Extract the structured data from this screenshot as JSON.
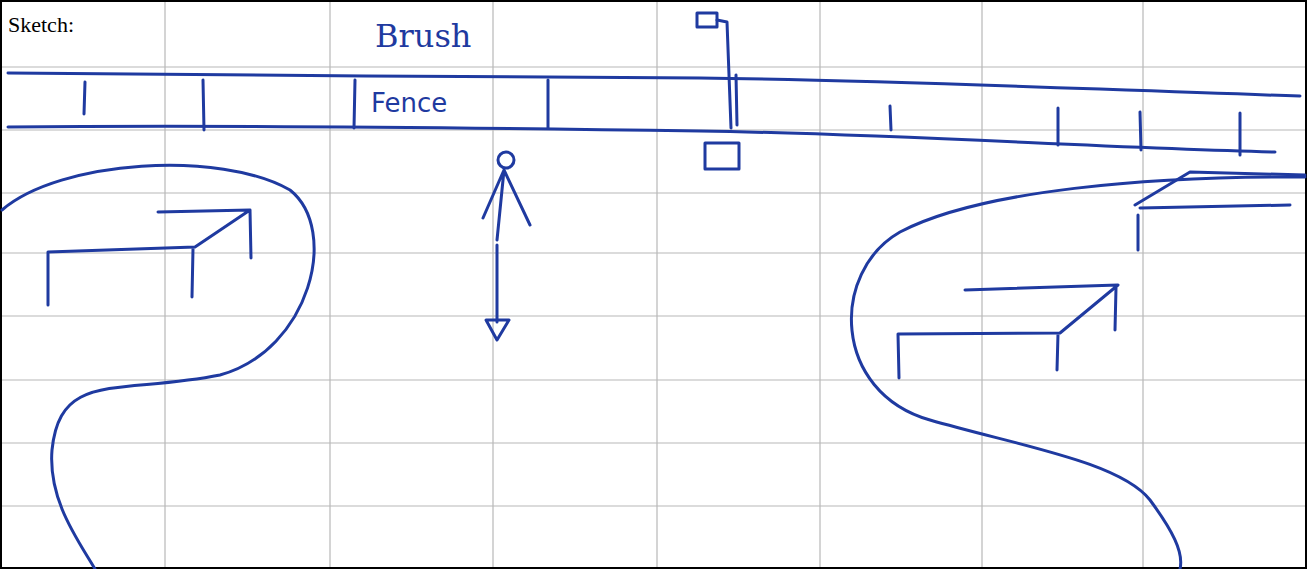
{
  "diagram": {
    "labels": [
      "Sketch:",
      "Brush",
      "Fence"
    ]
  }
}
